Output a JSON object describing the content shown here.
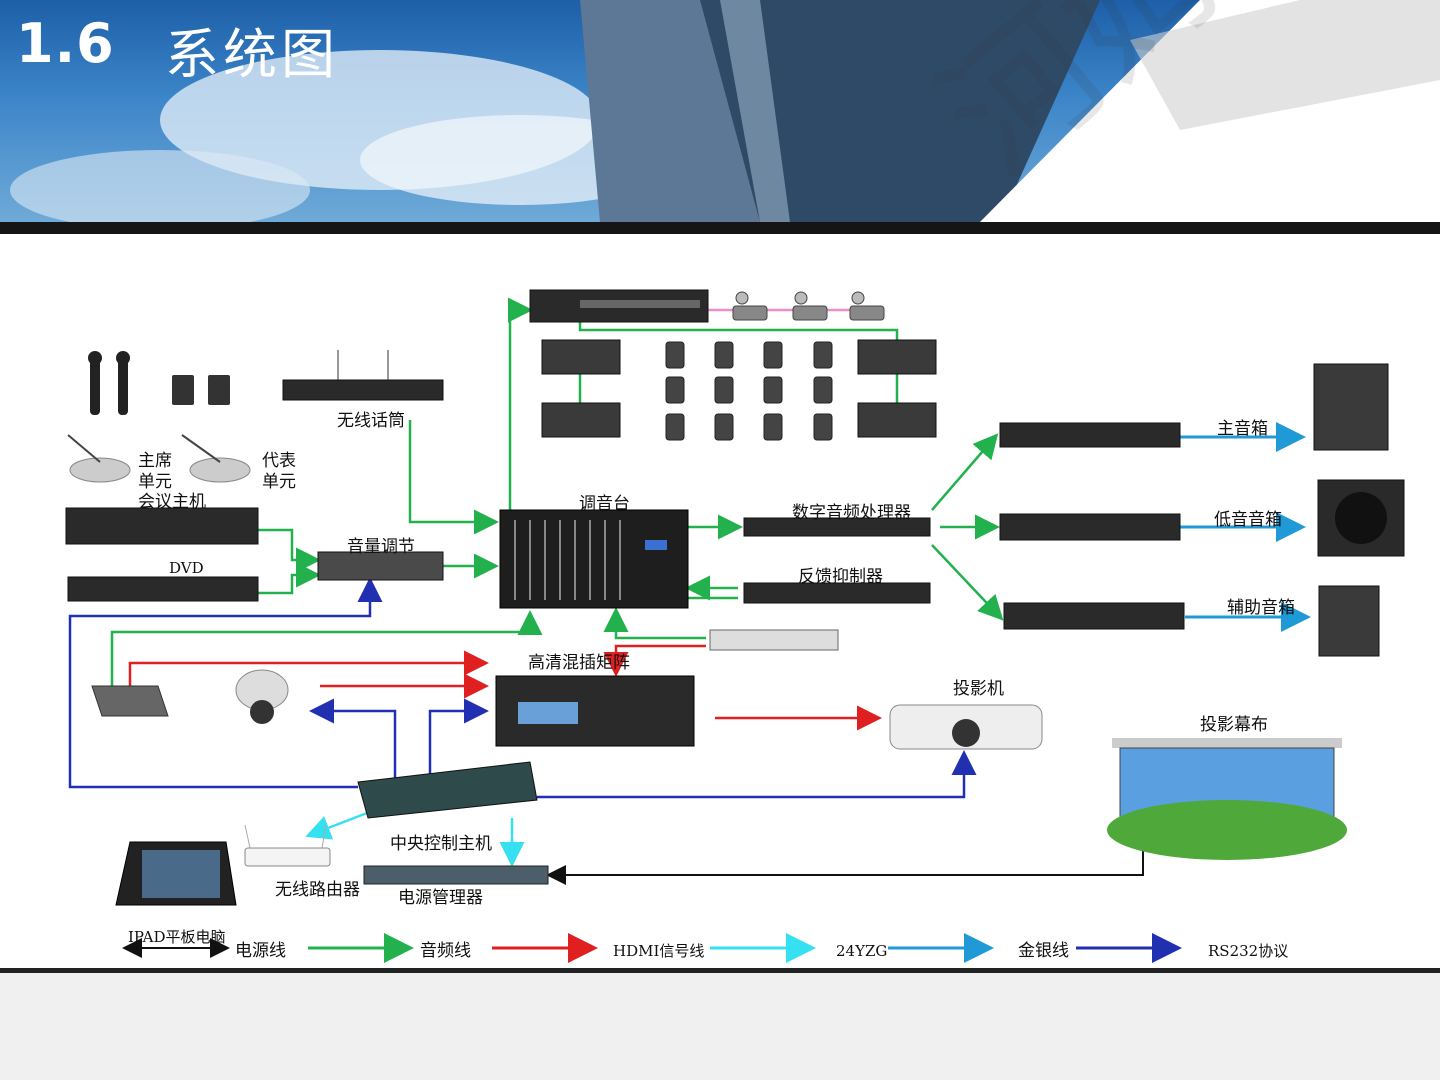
{
  "header": {
    "number": "1.6",
    "title": "系统图"
  },
  "devices": {
    "wireless_mic": "无线话筒",
    "chair_unit": [
      "主席",
      "单元"
    ],
    "delegate_unit": [
      "代表",
      "单元"
    ],
    "conference_host": "会议主机",
    "dvd": "DVD",
    "volume_control": "音量调节",
    "mixer": "调音台",
    "dsp": "数字音频处理器",
    "feedback": "反馈抑制器",
    "matrix": "高清混插矩阵",
    "projector": "投影机",
    "screen": "投影幕布",
    "central_control": "中央控制主机",
    "router": "无线路由器",
    "power_manager": "电源管理器",
    "ipad": "IPAD平板电脑",
    "main_speaker": "主音箱",
    "sub_speaker": "低音音箱",
    "aux_speaker": "辅助音箱"
  },
  "legend": [
    {
      "label": "电源线",
      "color": "#111111"
    },
    {
      "label": "音频线",
      "color": "#22b14c"
    },
    {
      "label": "HDMI信号线",
      "color": "#e02020"
    },
    {
      "label": "24YZG",
      "color": "#35e0f0"
    },
    {
      "label": "金银线",
      "color": "#1f9ad6"
    },
    {
      "label": "RS232协议",
      "color": "#2030b0"
    }
  ],
  "colors": {
    "power": "#111111",
    "audio": "#22b14c",
    "hdmi": "#e02020",
    "cyan": "#35e0f0",
    "blue": "#1f9ad6",
    "rs232": "#2030b0",
    "pink": "#f08cc8"
  }
}
